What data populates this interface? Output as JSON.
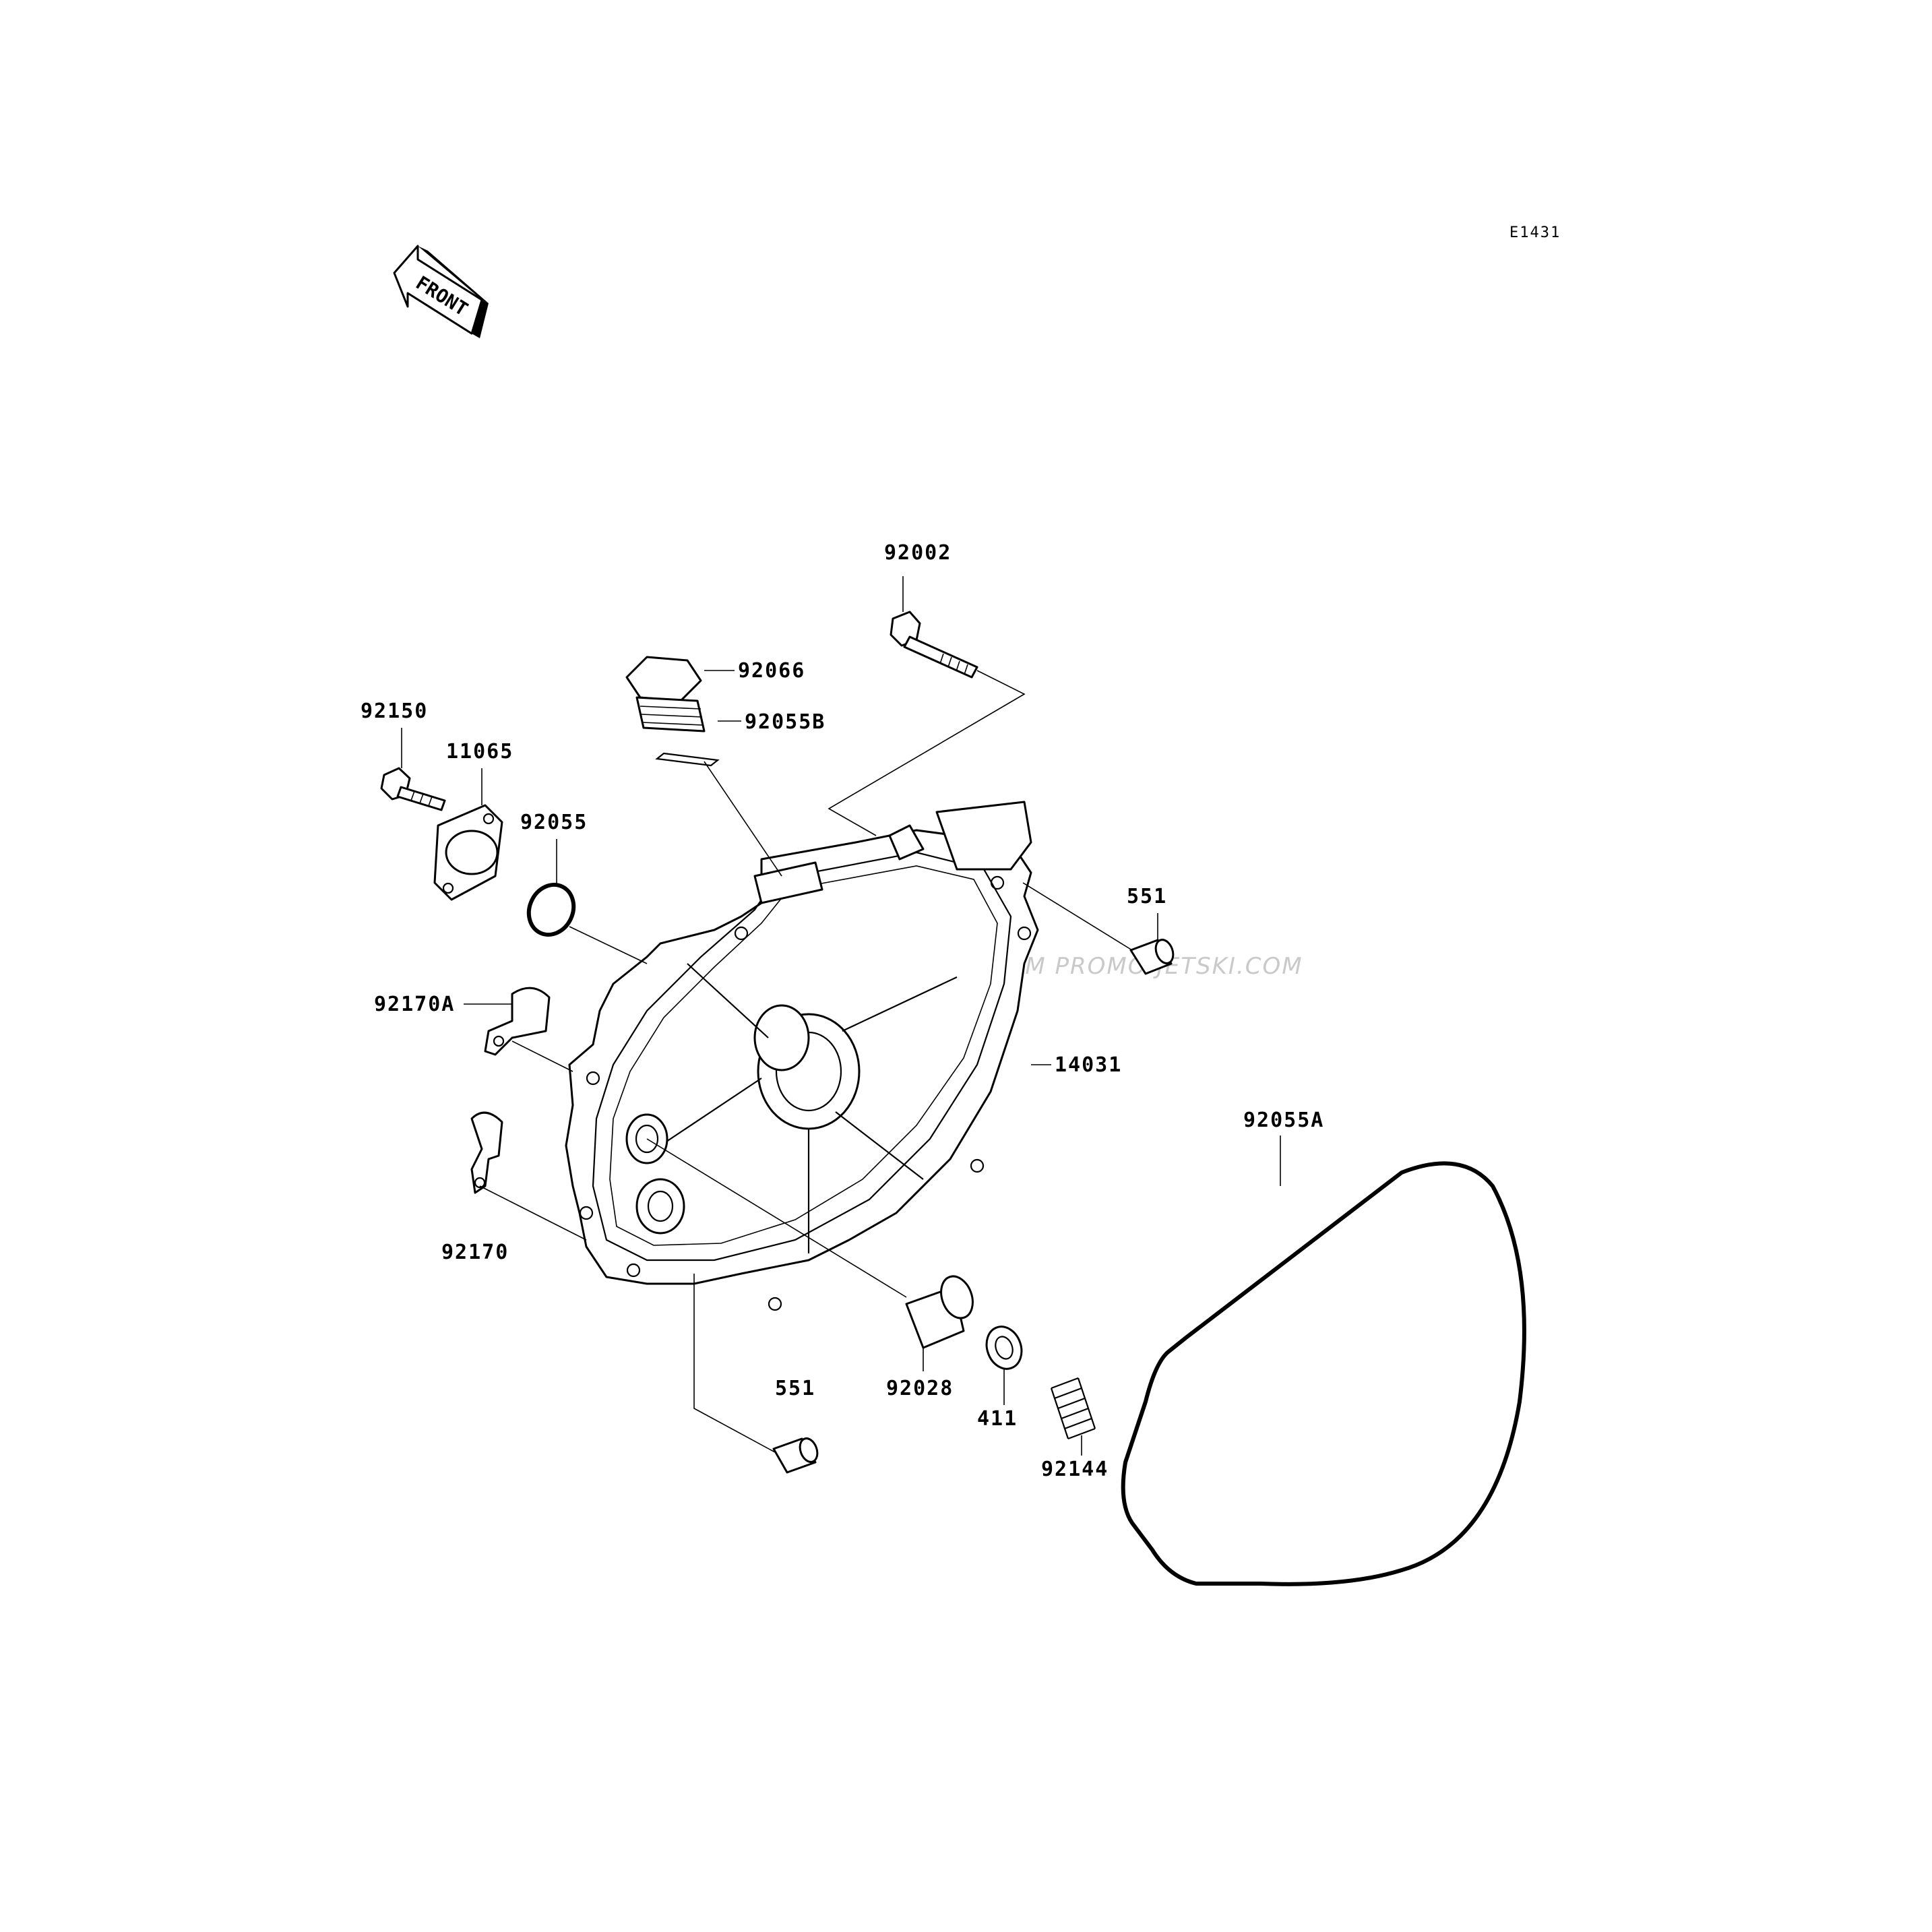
{
  "diagram_code": "E1431",
  "front_arrow_label": "FRONT",
  "watermark": "JETSKI.COM  PROMO-JETSKI.COM  PROMO-JETSKI.COM",
  "parts": {
    "p92002": "92002",
    "p92066": "92066",
    "p92055B": "92055B",
    "p92150": "92150",
    "p11065": "11065",
    "p92055": "92055",
    "p551_top": "551",
    "p92170A": "92170A",
    "p14031": "14031",
    "p92055A": "92055A",
    "p92170": "92170",
    "p551_bottom": "551",
    "p92028": "92028",
    "p411": "411",
    "p92144": "92144"
  }
}
